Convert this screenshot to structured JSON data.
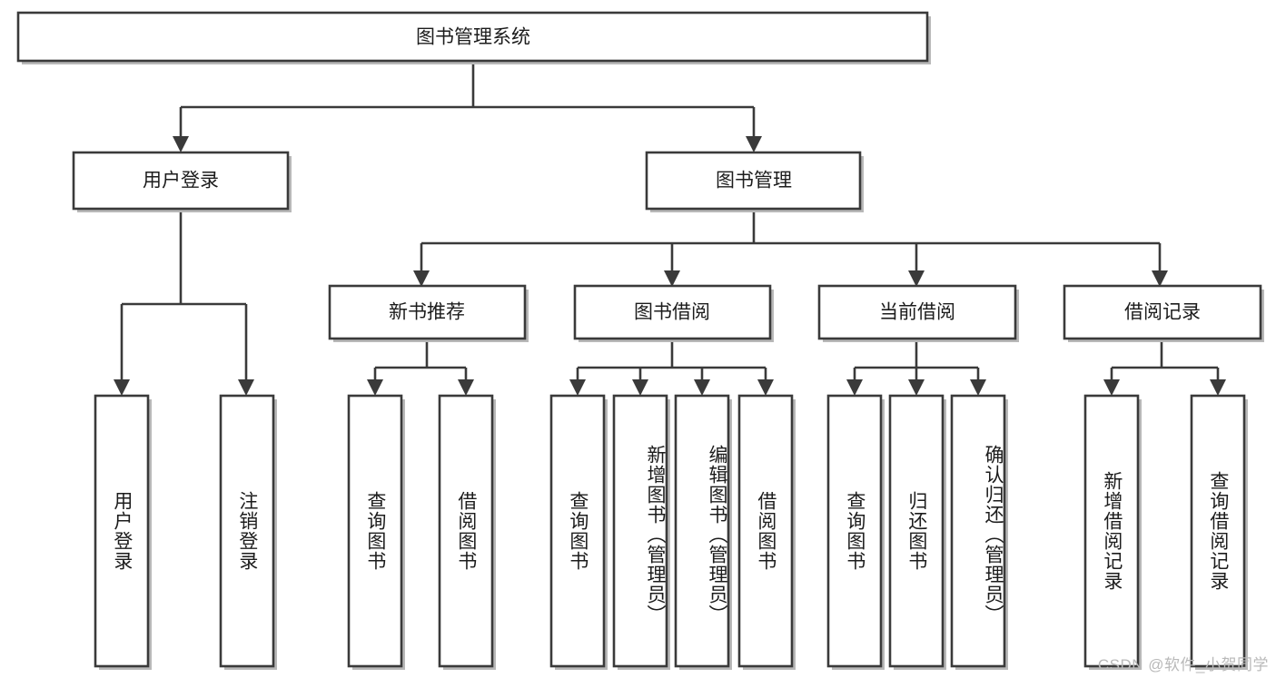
{
  "diagram": {
    "type": "tree",
    "title": "图书管理系统",
    "watermark": "CSDN @软件_小贺同学",
    "colors": {
      "background": "#ffffff",
      "box_stroke": "#3a3a3a",
      "box_fill": "#ffffff",
      "connector": "#3a3a3a",
      "text": "#1c1c1c",
      "watermark": "#b9b9b9"
    },
    "root": {
      "label": "图书管理系统"
    },
    "level2": [
      {
        "label": "用户登录"
      },
      {
        "label": "图书管理"
      }
    ],
    "level3": [
      {
        "label": "新书推荐"
      },
      {
        "label": "图书借阅"
      },
      {
        "label": "当前借阅"
      },
      {
        "label": "借阅记录"
      }
    ],
    "leaves": {
      "user_login": [
        {
          "label": "用户登录"
        },
        {
          "label": "注销登录"
        }
      ],
      "new_book": [
        {
          "label": "查询图书"
        },
        {
          "label": "借阅图书"
        }
      ],
      "book_borrow": [
        {
          "label": "查询图书"
        },
        {
          "label": "新增图书（管理员）"
        },
        {
          "label": "编辑图书（管理员）"
        },
        {
          "label": "借阅图书"
        }
      ],
      "current_borrow": [
        {
          "label": "查询图书"
        },
        {
          "label": "归还图书"
        },
        {
          "label": "确认归还（管理员）"
        }
      ],
      "borrow_record": [
        {
          "label": "新增借阅记录"
        },
        {
          "label": "查询借阅记录"
        }
      ]
    }
  }
}
